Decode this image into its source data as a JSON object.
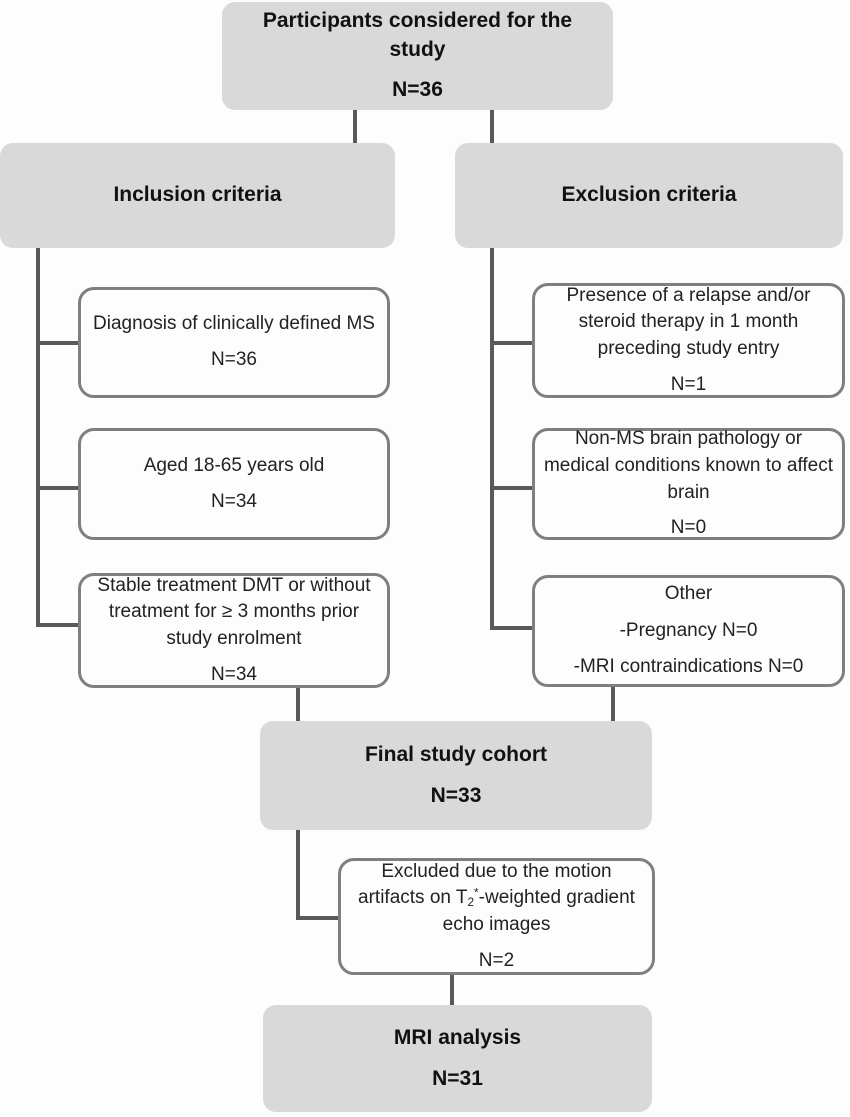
{
  "flow": {
    "top_box": {
      "title": "Participants considered for the study",
      "n": "N=36"
    },
    "inclusion": {
      "header": "Inclusion criteria",
      "items": [
        {
          "text": "Diagnosis of clinically defined MS",
          "n": "N=36"
        },
        {
          "text": "Aged 18-65 years old",
          "n": "N=34"
        },
        {
          "text": "Stable treatment DMT or without treatment for ≥ 3 months prior study enrolment",
          "n": "N=34"
        }
      ]
    },
    "exclusion": {
      "header": "Exclusion criteria",
      "items": [
        {
          "text": "Presence of a relapse  and/or steroid therapy in 1 month preceding study entry",
          "n": "N=1"
        },
        {
          "text": "Non-MS brain pathology or medical conditions known to affect brain",
          "n": "N=0"
        },
        {
          "title": "Other",
          "lines": [
            "-Pregnancy N=0",
            "-MRI contraindications  N=0"
          ]
        }
      ]
    },
    "final_box": {
      "title": "Final study cohort",
      "n": "N=33"
    },
    "excluded_box": {
      "text_before_t": "Excluded due to the motion artifacts on T",
      "t_subscript": "2",
      "t_superscript": "*",
      "text_after_t": "-weighted gradient echo images",
      "n": "N=2"
    },
    "mri_box": {
      "title": "MRI analysis",
      "n": "N=31"
    }
  },
  "colors": {
    "gray_box_fill": "#d9d9d9",
    "white_box_border": "#7f7f7f",
    "connector_line": "#595959"
  }
}
